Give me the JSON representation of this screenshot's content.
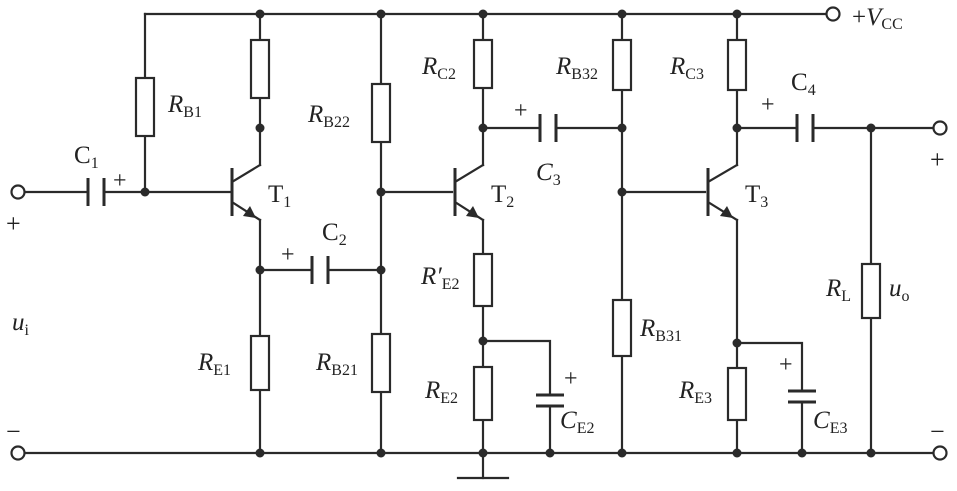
{
  "labels": {
    "vcc_sign": "+",
    "vcc_main": "V",
    "vcc_sub": "CC",
    "rb1_main": "R",
    "rb1_sub": "B1",
    "rb22_main": "R",
    "rb22_sub": "B22",
    "rc2_main": "R",
    "rc2_sub": "C2",
    "rb32_main": "R",
    "rb32_sub": "B32",
    "rc3_main": "R",
    "rc3_sub": "C3",
    "c1_main": "C",
    "c1_sub": "1",
    "c2_main": "C",
    "c2_sub": "2",
    "c3_main": "C",
    "c3_sub": "3",
    "c4_main": "C",
    "c4_sub": "4",
    "t1_main": "T",
    "t1_sub": "1",
    "t2_main": "T",
    "t2_sub": "2",
    "t3_main": "T",
    "t3_sub": "3",
    "re2p_main": "R′",
    "re2p_sub": "E2",
    "re1_main": "R",
    "re1_sub": "E1",
    "rb21_main": "R",
    "rb21_sub": "B21",
    "re2_main": "R",
    "re2_sub": "E2",
    "ce2_main": "C",
    "ce2_sub": "E2",
    "rb31_main": "R",
    "rb31_sub": "B31",
    "re3_main": "R",
    "re3_sub": "E3",
    "ce3_main": "C",
    "ce3_sub": "E3",
    "rl_main": "R",
    "rl_sub": "L",
    "uo_main": "u",
    "uo_sub": "o",
    "ui_main": "u",
    "ui_sub": "i",
    "plus": "+",
    "minus": "−"
  }
}
